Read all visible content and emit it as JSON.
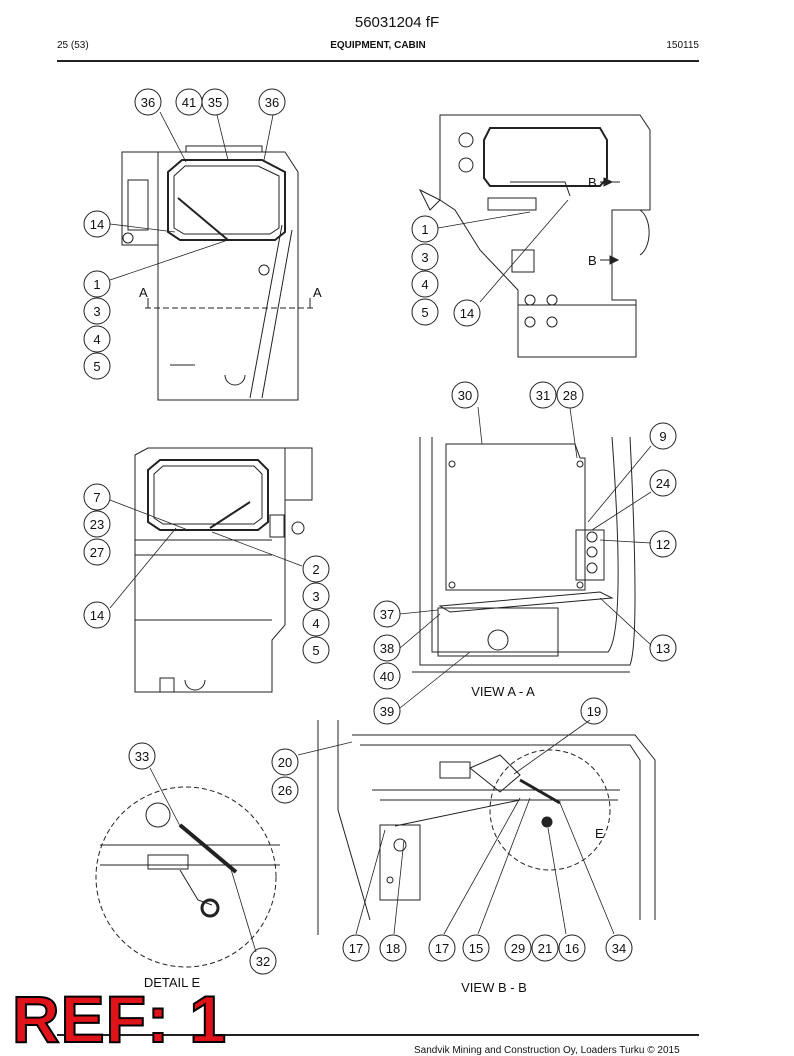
{
  "header": {
    "doc_number": "56031204 fF",
    "page": "25 (53)",
    "title": "EQUIPMENT, CABIN",
    "date": "150115"
  },
  "labels": {
    "view_aa": "VIEW A - A",
    "view_bb": "VIEW B - B",
    "detail_e": "DETAIL E",
    "e": "E",
    "a": "A",
    "b": "B"
  },
  "callouts": {
    "c1": "36",
    "c2": "41",
    "c3": "35",
    "c4": "36",
    "c5": "14",
    "c6": "1",
    "c7": "3",
    "c8": "4",
    "c9": "5",
    "c10": "1",
    "c11": "3",
    "c12": "4",
    "c13": "5",
    "c14": "14",
    "c15": "7",
    "c16": "23",
    "c17": "27",
    "c18": "14",
    "c19": "2",
    "c20": "3",
    "c21": "4",
    "c22": "5",
    "c23": "30",
    "c24": "31",
    "c25": "28",
    "c26": "9",
    "c27": "24",
    "c28": "12",
    "c29": "37",
    "c30": "38",
    "c31": "40",
    "c32": "39",
    "c33": "13",
    "c34": "33",
    "c35": "32",
    "c36": "20",
    "c37": "26",
    "c38": "19",
    "c39": "17",
    "c40": "18",
    "c41": "17",
    "c42": "15",
    "c43": "29",
    "c44": "21",
    "c45": "16",
    "c46": "34"
  },
  "stamp": "REF: 1",
  "footer": "Sandvik Mining and Construction Oy, Loaders Turku © 2015"
}
